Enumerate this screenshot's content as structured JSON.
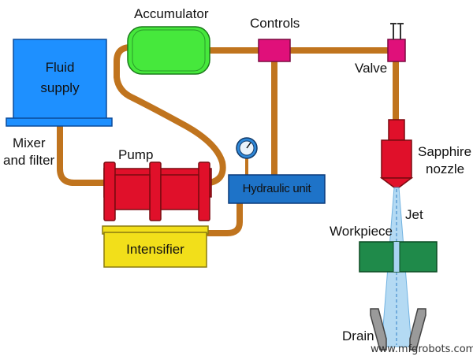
{
  "diagram": {
    "labels": {
      "accumulator": "Accumulator",
      "controls": "Controls",
      "valve": "Valve",
      "fluid_supply_line1": "Fluid",
      "fluid_supply_line2": "supply",
      "mixer_line1": "Mixer",
      "mixer_line2": "and filter",
      "pump": "Pump",
      "hydraulic_unit": "Hydraulic unit",
      "intensifier": "Intensifier",
      "sapphire_line1": "Sapphire",
      "sapphire_line2": "nozzle",
      "jet": "Jet",
      "workpiece": "Workpiece",
      "drain": "Drain"
    },
    "watermark": "www.mfgrobots.com"
  },
  "colors": {
    "pipe": "#c0741e",
    "accumulator": "#46e83c",
    "fluid_supply": "#1e90ff",
    "pump": "#e0102a",
    "controls": "#e0107a",
    "hydraulic_unit": "#1e73c8",
    "intensifier": "#f2df1a",
    "nozzle": "#e0102a",
    "workpiece": "#1f8a4a",
    "jet": "#9fd0f2",
    "drain": "#9a9a9a"
  }
}
